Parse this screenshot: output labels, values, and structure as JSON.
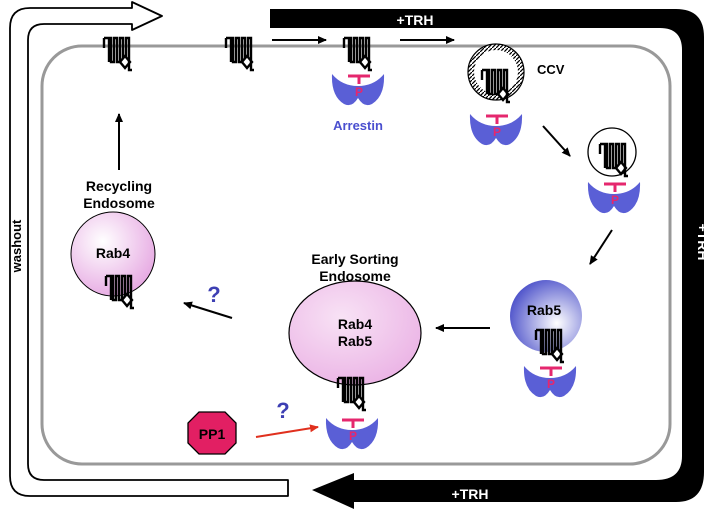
{
  "labels": {
    "trh_top": "+TRH",
    "trh_right": "+TRH",
    "trh_bottom": "+TRH",
    "washout": "washout",
    "ccv": "CCV",
    "arrestin": "Arrestin",
    "phospho": "P",
    "recycling_endosome_line1": "Recycling",
    "recycling_endosome_line2": "Endosome",
    "recycling_rab": "Rab4",
    "early_sorting_line1": "Early Sorting",
    "early_sorting_line2": "Endosome",
    "early_rab_1": "Rab4",
    "early_rab_2": "Rab5",
    "rab5_vesicle": "Rab5",
    "pp1": "PP1",
    "question_1": "?",
    "question_2": "?"
  },
  "colors": {
    "membrane": "#999999",
    "arrow_black": "#000000",
    "phospho_pink": "#e5276e",
    "arrestin_blue": "#5a5fd6",
    "arrestin_text": "#4a4fcf",
    "question_blue": "#3d3fb3",
    "pp1_fill": "#e21f63",
    "pp1_arrow": "#e0301e",
    "endosome_pink": "#f0c4ee",
    "rab5_blue": "#4a4fc9"
  },
  "icons": {
    "receptor": "seven-transmembrane-receptor-icon",
    "arrestin": "arrestin-icon",
    "clathrin_coat": "clathrin-coated-vesicle-icon",
    "pp1": "octagon-icon"
  }
}
